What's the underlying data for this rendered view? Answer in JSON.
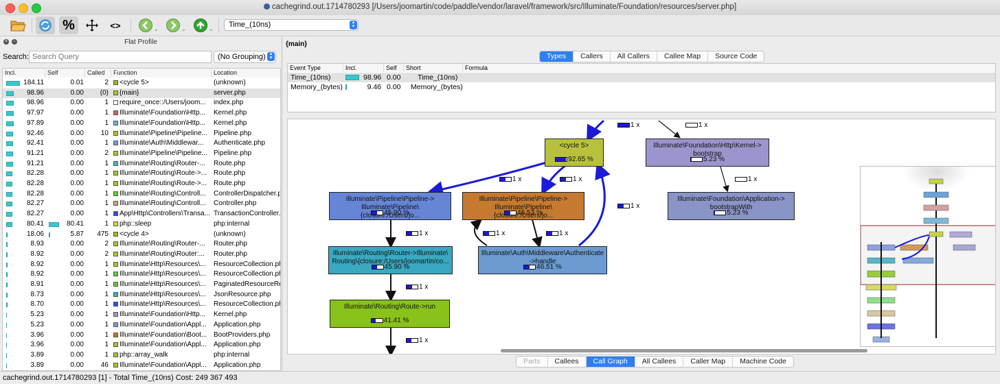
{
  "window": {
    "title": "cachegrind.out.1714780293 [/Users/joomartin/code/paddle/vendor/laravel/framework/src/Illuminate/Foundation/resources/server.php]"
  },
  "toolbar": {
    "percent_label": "%",
    "code_label": "<>",
    "event_type": "Time_(10ns)",
    "icons": [
      "folder-open-icon",
      "reload-icon",
      "percent-icon",
      "move-icon",
      "code-icon",
      "back-icon",
      "forward-icon",
      "up-icon"
    ]
  },
  "flat_profile": {
    "title": "Flat Profile",
    "search_label": "Search:",
    "search_placeholder": "Search Query",
    "grouping": "(No Grouping)",
    "columns": [
      "Incl.",
      "Self",
      "Called",
      "Function",
      "Location"
    ],
    "rows": [
      {
        "incl": "184.11",
        "incl_frac": 1.0,
        "self": "0.01",
        "self_frac": 0,
        "called": "2",
        "func": "<cycle 5>",
        "loc": "(unknown)",
        "color": "#9fb825"
      },
      {
        "incl": "98.96",
        "incl_frac": 0.54,
        "self": "0.00",
        "self_frac": 0,
        "called": "(0)",
        "func": "{main}",
        "loc": "server.php",
        "color": "#a9c534",
        "selected": true
      },
      {
        "incl": "98.96",
        "incl_frac": 0.54,
        "self": "0.00",
        "self_frac": 0,
        "called": "1",
        "func": "require_once::/Users/joom...",
        "loc": "index.php",
        "color": "#ffffff"
      },
      {
        "incl": "97.97",
        "incl_frac": 0.53,
        "self": "0.00",
        "self_frac": 0,
        "called": "1",
        "func": "Illuminate\\Foundation\\Http...",
        "loc": "Kernel.php",
        "color": "#c06b6b"
      },
      {
        "incl": "97.89",
        "incl_frac": 0.53,
        "self": "0.00",
        "self_frac": 0,
        "called": "1",
        "func": "Illuminate\\Foundation\\Http...",
        "loc": "Kernel.php",
        "color": "#6fb1d6"
      },
      {
        "incl": "92.46",
        "incl_frac": 0.5,
        "self": "0.00",
        "self_frac": 0,
        "called": "10",
        "func": "Illuminate\\Pipeline\\Pipeline...",
        "loc": "Pipeline.php",
        "color": "#a9c534"
      },
      {
        "incl": "92.41",
        "incl_frac": 0.5,
        "self": "0.00",
        "self_frac": 0,
        "called": "1",
        "func": "Illuminate\\Auth\\Middlewar...",
        "loc": "Authenticate.php",
        "color": "#6f9de0"
      },
      {
        "incl": "91.21",
        "incl_frac": 0.5,
        "self": "0.00",
        "self_frac": 0,
        "called": "2",
        "func": "Illuminate\\Pipeline\\Pipeline...",
        "loc": "Pipeline.php",
        "color": "#a9c534"
      },
      {
        "incl": "91.21",
        "incl_frac": 0.5,
        "self": "0.00",
        "self_frac": 0,
        "called": "1",
        "func": "Illuminate\\Routing\\Router-...",
        "loc": "Route.php",
        "color": "#49b6c8"
      },
      {
        "incl": "82.28",
        "incl_frac": 0.45,
        "self": "0.00",
        "self_frac": 0,
        "called": "1",
        "func": "Illuminate\\Routing\\Route->...",
        "loc": "Route.php",
        "color": "#a9c534"
      },
      {
        "incl": "82.28",
        "incl_frac": 0.45,
        "self": "0.00",
        "self_frac": 0,
        "called": "1",
        "func": "Illuminate\\Routing\\Route->...",
        "loc": "Route.php",
        "color": "#a9c534"
      },
      {
        "incl": "82.28",
        "incl_frac": 0.45,
        "self": "0.00",
        "self_frac": 0,
        "called": "1",
        "func": "Illuminate\\Routing\\Controll...",
        "loc": "ControllerDispatcher.php",
        "color": "#66c940"
      },
      {
        "incl": "82.27",
        "incl_frac": 0.45,
        "self": "0.00",
        "self_frac": 0,
        "called": "1",
        "func": "Illuminate\\Routing\\Controll...",
        "loc": "Controller.php",
        "color": "#c8a872"
      },
      {
        "incl": "82.27",
        "incl_frac": 0.45,
        "self": "0.00",
        "self_frac": 0,
        "called": "1",
        "func": "App\\Http\\Controllers\\Transa...",
        "loc": "TransactionController.php",
        "color": "#2f4fd0"
      },
      {
        "incl": "80.41",
        "incl_frac": 0.44,
        "self": "80.41",
        "self_frac": 0.44,
        "called": "1",
        "func": "php::sleep",
        "loc": "php:internal",
        "color": "#d7d740"
      },
      {
        "incl": "18.06",
        "incl_frac": 0.1,
        "self": "5.87",
        "self_frac": 0.03,
        "called": "475",
        "func": "<cycle 4>",
        "loc": "(unknown)",
        "color": "#9fb825"
      },
      {
        "incl": "8.93",
        "incl_frac": 0.05,
        "self": "0.00",
        "self_frac": 0,
        "called": "2",
        "func": "Illuminate\\Routing\\Router-...",
        "loc": "Router.php",
        "color": "#a9c534"
      },
      {
        "incl": "8.92",
        "incl_frac": 0.05,
        "self": "0.00",
        "self_frac": 0,
        "called": "2",
        "func": "Illuminate\\Routing\\Router:...",
        "loc": "Router.php",
        "color": "#a9c534"
      },
      {
        "incl": "8.92",
        "incl_frac": 0.05,
        "self": "0.00",
        "self_frac": 0,
        "called": "1",
        "func": "Illuminate\\Http\\Resources\\...",
        "loc": "ResourceCollection.php",
        "color": "#a9c534"
      },
      {
        "incl": "8.92",
        "incl_frac": 0.05,
        "self": "0.00",
        "self_frac": 0,
        "called": "1",
        "func": "Illuminate\\Http\\Resources\\...",
        "loc": "ResourceCollection.php",
        "color": "#66c940"
      },
      {
        "incl": "8.91",
        "incl_frac": 0.05,
        "self": "0.00",
        "self_frac": 0,
        "called": "1",
        "func": "Illuminate\\Http\\Resources\\...",
        "loc": "PaginatedResourceRe",
        "color": "#66c940"
      },
      {
        "incl": "8.73",
        "incl_frac": 0.05,
        "self": "0.00",
        "self_frac": 0,
        "called": "1",
        "func": "Illuminate\\Http\\Resources\\...",
        "loc": "JsonResource.php",
        "color": "#2fb8d0"
      },
      {
        "incl": "8.70",
        "incl_frac": 0.05,
        "self": "0.00",
        "self_frac": 0,
        "called": "1",
        "func": "Illuminate\\Http\\Resources\\...",
        "loc": "ResourceCollection.php",
        "color": "#2f4fd0"
      },
      {
        "incl": "5.23",
        "incl_frac": 0,
        "self": "0.00",
        "self_frac": 0,
        "called": "1",
        "func": "Illuminate\\Foundation\\Http...",
        "loc": "Kernel.php",
        "color": "#9a95cc"
      },
      {
        "incl": "5.23",
        "incl_frac": 0,
        "self": "0.00",
        "self_frac": 0,
        "called": "1",
        "func": "Illuminate\\Foundation\\Appl...",
        "loc": "Application.php",
        "color": "#7f97c8"
      },
      {
        "incl": "3.96",
        "incl_frac": 0,
        "self": "0.00",
        "self_frac": 0,
        "called": "1",
        "func": "Illuminate\\Foundation\\Boot...",
        "loc": "BootProviders.php",
        "color": "#c07a25"
      },
      {
        "incl": "3.96",
        "incl_frac": 0,
        "self": "0.00",
        "self_frac": 0,
        "called": "1",
        "func": "Illuminate\\Foundation\\Appl...",
        "loc": "Application.php",
        "color": "#a9c534"
      },
      {
        "incl": "3.89",
        "incl_frac": 0,
        "self": "0.00",
        "self_frac": 0,
        "called": "1",
        "func": "php::array_walk",
        "loc": "php:internal",
        "color": "#a9c534"
      },
      {
        "incl": "3.89",
        "incl_frac": 0,
        "self": "0.00",
        "self_frac": 0,
        "called": "46",
        "func": "Illuminate\\Foundation\\Appl...",
        "loc": "Application.php",
        "color": "#a9c534"
      }
    ]
  },
  "main_view": {
    "function": "{main}",
    "top_tabs": [
      {
        "label": "Types",
        "active": true
      },
      {
        "label": "Callers"
      },
      {
        "label": "All Callers"
      },
      {
        "label": "Callee Map"
      },
      {
        "label": "Source Code"
      }
    ],
    "types_columns": [
      "Event Type",
      "Incl.",
      "Self",
      "Short",
      "Formula"
    ],
    "types_rows": [
      {
        "type": "Time_(10ns)",
        "incl": "98.96",
        "self": "0.00",
        "short": "Time_(10ns)",
        "formula": "",
        "bar_frac": 0.99,
        "selected": true
      },
      {
        "type": "Memory_(bytes)",
        "incl": "9.46",
        "self": "0.00",
        "short": "Memory_(bytes)",
        "formula": "",
        "bar_frac": 0.09
      }
    ],
    "bottom_tabs": [
      {
        "label": "Parts",
        "disabled": true
      },
      {
        "label": "Callees"
      },
      {
        "label": "Call Graph",
        "active": true
      },
      {
        "label": "All Callees"
      },
      {
        "label": "Caller Map"
      },
      {
        "label": "Machine Code"
      }
    ]
  },
  "call_graph": {
    "nodes": [
      {
        "id": "cycle5",
        "label": "<cycle 5>",
        "cost": "92.65 %",
        "frac": 0.93,
        "color": "#b7c13d"
      },
      {
        "id": "kernel_bootstrap",
        "label": "Illuminate\\Foundation\\Http\\Kernel->\nbootstrap",
        "cost": "5.23 %",
        "frac": 0.05,
        "color": "#9a95cc"
      },
      {
        "id": "pipeline_a",
        "label": "Illuminate\\Pipeline\\Pipeline->\nIlluminate\\Pipeline\\{closure:/Users/jo...",
        "cost": "45.90 %",
        "frac": 0.46,
        "color": "#6685d6"
      },
      {
        "id": "pipeline_b",
        "label": "Illuminate\\Pipeline\\Pipeline->\nIlluminate\\Pipeline\\{closure:/Users/jo...",
        "cost": "46.53 %",
        "frac": 0.47,
        "color": "#c57a2f"
      },
      {
        "id": "app_bootstrap",
        "label": "Illuminate\\Foundation\\Application->\nbootstrapWith",
        "cost": "5.23 %",
        "frac": 0.05,
        "color": "#8b94c6"
      },
      {
        "id": "router",
        "label": "Illuminate\\Routing\\Router->Illuminate\\\nRouting\\{closure:/Users/joomartin/co...",
        "cost": "45.90 %",
        "frac": 0.46,
        "color": "#3aa8c0"
      },
      {
        "id": "authenticate",
        "label": "Illuminate\\Auth\\Middleware\\Authenticate\n->handle",
        "cost": "46.51 %",
        "frac": 0.47,
        "color": "#6b9bd0"
      },
      {
        "id": "route_run",
        "label": "Illuminate\\Routing\\Route->run",
        "cost": "41.41 %",
        "frac": 0.41,
        "color": "#88c21a"
      }
    ],
    "edges": [
      {
        "label": "1 x",
        "frac": 1.0
      },
      {
        "label": "1 x",
        "frac": 0
      },
      {
        "label": "1 x",
        "frac": 0.5
      },
      {
        "label": "1 x",
        "frac": 0.5
      },
      {
        "label": "1 x",
        "frac": 0
      },
      {
        "label": "1 x",
        "frac": 0.5
      },
      {
        "label": "1 x",
        "frac": 0.5
      },
      {
        "label": "1 x",
        "frac": 0.5
      },
      {
        "label": "1 x",
        "frac": 0.5
      },
      {
        "label": "1 x",
        "frac": 0.5
      },
      {
        "label": "1 x",
        "frac": 0.45
      }
    ]
  },
  "status": {
    "text": "cachegrind.out.1714780293 [1] - Total Time_(10ns) Cost: 249 367 493"
  }
}
